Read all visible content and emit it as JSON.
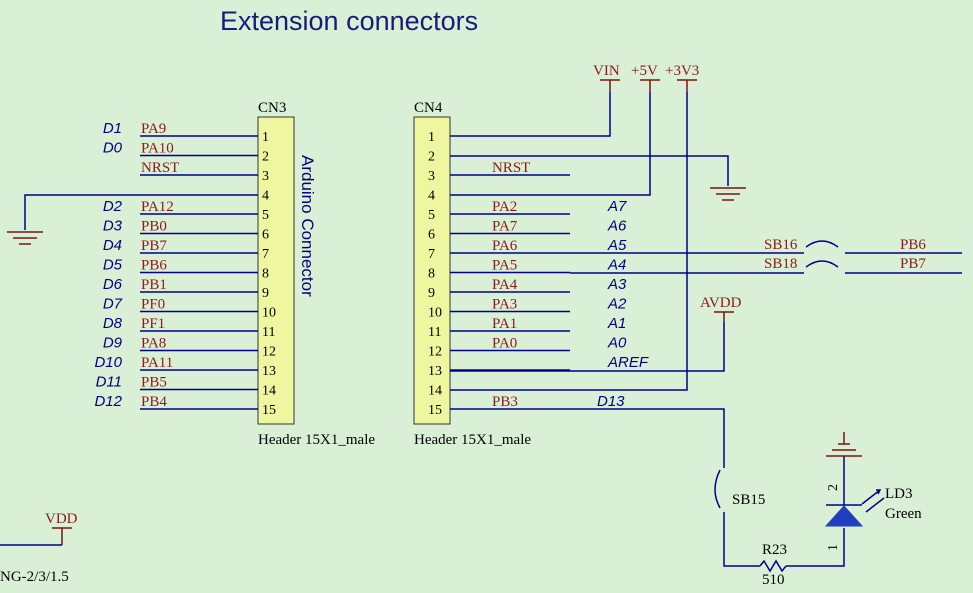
{
  "title": "Extension connectors",
  "cn3": {
    "ref": "CN3",
    "footer": "Header 15X1_male",
    "vertical_label": "Arduino Connector",
    "pins": [
      "1",
      "2",
      "3",
      "4",
      "5",
      "6",
      "7",
      "8",
      "9",
      "10",
      "11",
      "12",
      "13",
      "14",
      "15"
    ],
    "signals": [
      "PA9",
      "PA10",
      "NRST",
      "",
      "PA12",
      "PB0",
      "PB7",
      "PB6",
      "PB1",
      "PF0",
      "PF1",
      "PA8",
      "PA11",
      "PB5",
      "PB4"
    ],
    "arduino": [
      "D1",
      "D0",
      "",
      "D2",
      "D3",
      "D4",
      "D5",
      "D6",
      "D7",
      "D8",
      "D9",
      "D10",
      "D11",
      "D12"
    ]
  },
  "cn4": {
    "ref": "CN4",
    "footer": "Header 15X1_male",
    "pins": [
      "1",
      "2",
      "3",
      "4",
      "5",
      "6",
      "7",
      "8",
      "9",
      "10",
      "11",
      "12",
      "13",
      "14",
      "15"
    ],
    "signals": [
      "",
      "",
      "NRST",
      "",
      "PA2",
      "PA7",
      "PA6",
      "PA5",
      "PA4",
      "PA3",
      "PA1",
      "PA0",
      "",
      "",
      "PB3"
    ],
    "arduino": [
      "",
      "",
      "",
      "",
      "A7",
      "A6",
      "A5",
      "A4",
      "A3",
      "A2",
      "A1",
      "A0",
      "AREF",
      "",
      "D13"
    ]
  },
  "power": {
    "vin": "VIN",
    "v5": "+5V",
    "v3v3": "+3V3",
    "avdd": "AVDD",
    "vdd": "VDD"
  },
  "bridges": {
    "sb16": "SB16",
    "sb16_target": "PB6",
    "sb18": "SB18",
    "sb18_target": "PB7",
    "sb15": "SB15"
  },
  "resistor": {
    "ref": "R23",
    "value": "510"
  },
  "led": {
    "ref": "LD3",
    "color": "Green",
    "pin2": "2",
    "pin1": "1"
  },
  "footnote": "NG-2/3/1.5"
}
